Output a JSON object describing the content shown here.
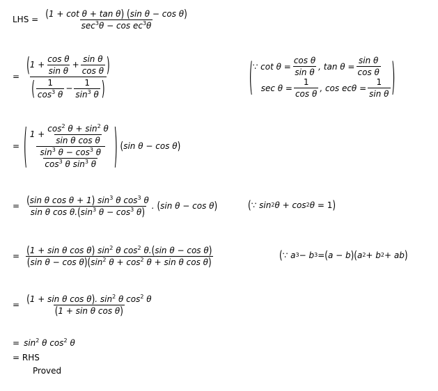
{
  "lines": {
    "l1": {
      "prefix": "LHS =",
      "num": "(1 + cot θ + tan θ)(sin θ − cos θ)",
      "den": "sec³θ − cosec³θ"
    },
    "l2": {
      "prefix": "=",
      "num": "(1 + cos θ/sin θ + sin θ/cos θ)",
      "den": "(1/cos³θ − 1/sin³θ)",
      "note_line1": "∵ cot θ = cos θ/sin θ , tan θ = sin θ/cos θ",
      "note_line2": "sec θ = 1/cos θ , cosec θ = 1/sin θ"
    },
    "l3": {
      "prefix": "=",
      "expr": "((1 + (cos²θ + sin²θ)/(sin θ cos θ)) / ((sin³θ − cos³θ)/(cos³θ sin³θ))) (sin θ − cos θ)"
    },
    "l4": {
      "prefix": "=",
      "num": "(sin θ cos θ + 1) sin³θ cos³θ",
      "den": "sin θ cos θ.(sin³θ − cos³θ)",
      "tail": ".(sin θ − cos θ)",
      "note": "∵ sin²θ + cos²θ = 1"
    },
    "l5": {
      "prefix": "=",
      "num": "(1 + sin θ cos θ) sin²θ cos²θ.(sin θ − cos θ)",
      "den": "(sin θ − cos θ)(sin²θ + cos²θ + sin θ cos θ)",
      "note": "∵ a³ − b³ = (a − b)(a² + b² + ab)"
    },
    "l6": {
      "prefix": "=",
      "num": "(1 + sin θ cos θ). sin²θ cos²θ",
      "den": "(1 + sin θ cos θ)"
    },
    "l7": {
      "prefix": "=",
      "expr": "sin²θ cos²θ"
    },
    "l8": {
      "text": "= RHS"
    },
    "l9": {
      "text": "Proved"
    }
  },
  "glyphs": {
    "theta": "θ",
    "plus": "+",
    "minus": "−",
    "eq": "=",
    "one": "1",
    "because": "∵",
    "sin": "sin",
    "cos": "cos",
    "tan": "tan",
    "cot": "cot",
    "sec": "sec",
    "cosec": "cos ec",
    "a": "a",
    "b": "b",
    "ab": "ab",
    "dot": ".",
    "comma": ","
  }
}
